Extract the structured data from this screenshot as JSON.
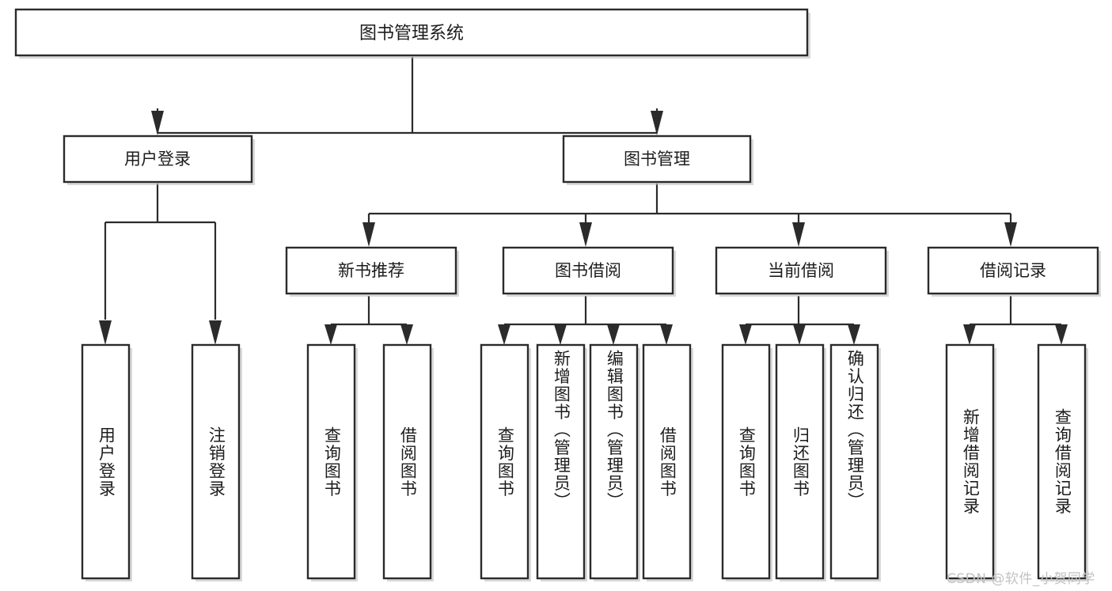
{
  "diagram": {
    "type": "tree",
    "orientation": "top-down",
    "title_node": {
      "label": "图书管理系统"
    },
    "level1": [
      {
        "id": "user-login",
        "label": "用户登录"
      },
      {
        "id": "book-manage",
        "label": "图书管理"
      }
    ],
    "level2": [
      {
        "id": "new-book-recommend",
        "label": "新书推荐",
        "parent": "book-manage"
      },
      {
        "id": "book-borrow",
        "label": "图书借阅",
        "parent": "book-manage"
      },
      {
        "id": "current-borrow",
        "label": "当前借阅",
        "parent": "book-manage"
      },
      {
        "id": "borrow-record",
        "label": "借阅记录",
        "parent": "book-manage"
      }
    ],
    "leaves": {
      "user-login": [
        {
          "id": "leaf-user-login",
          "label": "用户登录"
        },
        {
          "id": "leaf-logout-login",
          "label": "注销登录"
        }
      ],
      "new-book-recommend": [
        {
          "id": "leaf-query-book-1",
          "label": "查询图书"
        },
        {
          "id": "leaf-borrow-book-1",
          "label": "借阅图书"
        }
      ],
      "book-borrow": [
        {
          "id": "leaf-query-book-2",
          "label": "查询图书"
        },
        {
          "id": "leaf-add-book",
          "label": "新增图书（管理员）"
        },
        {
          "id": "leaf-edit-book",
          "label": "编辑图书（管理员）"
        },
        {
          "id": "leaf-borrow-book-2",
          "label": "借阅图书"
        }
      ],
      "current-borrow": [
        {
          "id": "leaf-query-book-3",
          "label": "查询图书"
        },
        {
          "id": "leaf-return-book",
          "label": "归还图书"
        },
        {
          "id": "leaf-confirm-return",
          "label": "确认归还（管理员）"
        }
      ],
      "borrow-record": [
        {
          "id": "leaf-add-record",
          "label": "新增借阅记录"
        },
        {
          "id": "leaf-query-record",
          "label": "查询借阅记录"
        }
      ]
    }
  },
  "watermark": {
    "text": "CSDN @软件_小贺同学"
  },
  "colors": {
    "stroke": "#2b2b2b",
    "fill": "#ffffff",
    "text": "#1c1c1c",
    "watermark": "#c2c2c2",
    "background": "#ffffff"
  }
}
